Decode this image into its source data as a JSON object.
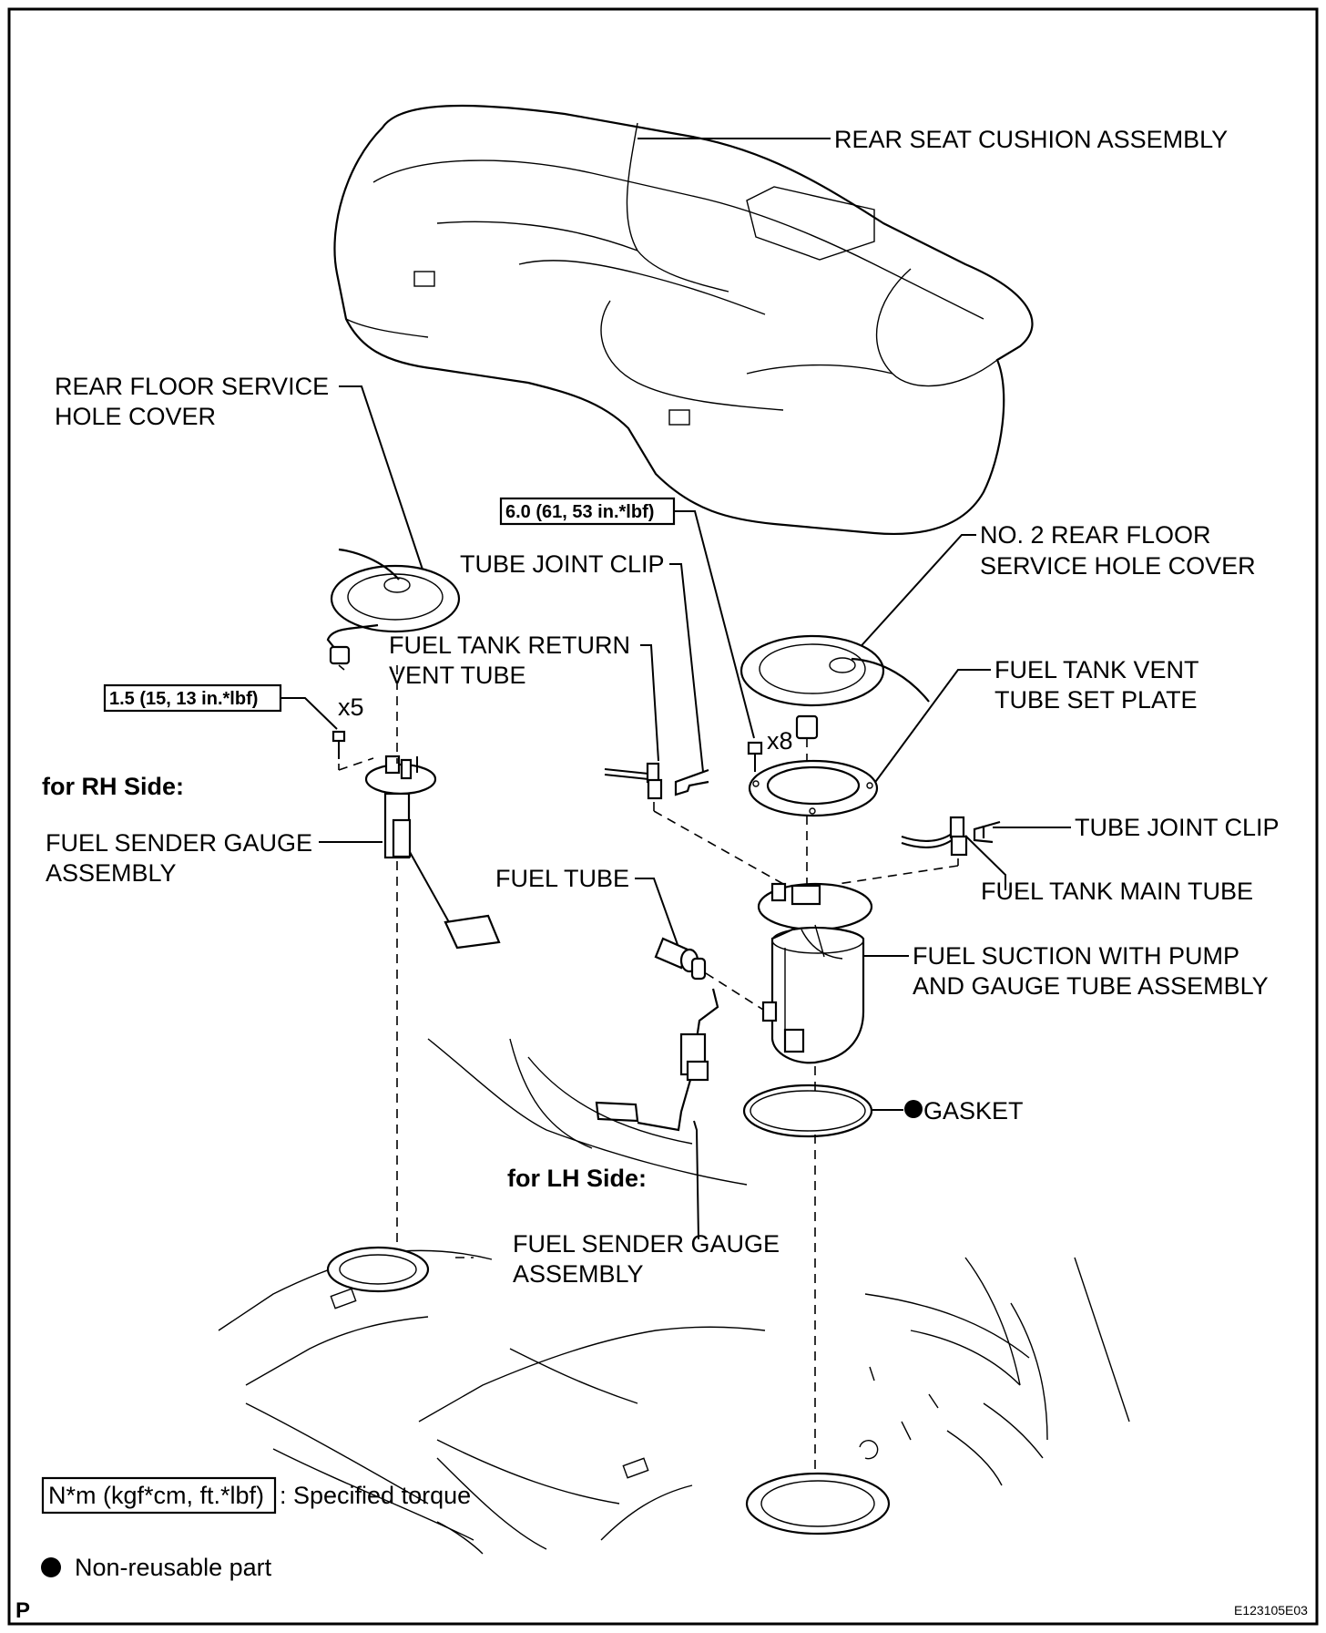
{
  "labels": {
    "rear_seat_cushion": "REAR SEAT CUSHION ASSEMBLY",
    "rear_floor_cover_1": "REAR FLOOR SERVICE",
    "rear_floor_cover_2": "HOLE COVER",
    "no2_cover_1": "NO. 2 REAR FLOOR",
    "no2_cover_2": "SERVICE HOLE COVER",
    "tube_joint_clip_left": "TUBE JOINT CLIP",
    "return_vent_1": "FUEL TANK RETURN",
    "return_vent_2": "VENT TUBE",
    "vent_plate_1": "FUEL TANK VENT",
    "vent_plate_2": "TUBE SET PLATE",
    "tube_joint_clip_right": "TUBE JOINT CLIP",
    "main_tube": "FUEL TANK MAIN TUBE",
    "rh_side": "for RH Side:",
    "sender_rh_1": "FUEL SENDER GAUGE",
    "sender_rh_2": "ASSEMBLY",
    "fuel_tube": "FUEL TUBE",
    "suction_1": "FUEL SUCTION WITH PUMP",
    "suction_2": "AND GAUGE TUBE ASSEMBLY",
    "gasket": "GASKET",
    "lh_side": "for LH Side:",
    "sender_lh_1": "FUEL SENDER GAUGE",
    "sender_lh_2": "ASSEMBLY",
    "qty_x5": "x5",
    "qty_x8": "x8"
  },
  "torques": {
    "bolt_6": "6.0 (61, 53 in.*lbf)",
    "bolt_15": "1.5 (15, 13 in.*lbf)"
  },
  "legend": {
    "torque_unit": "N*m (kgf*cm, ft.*lbf)",
    "torque_desc": ": Specified torque",
    "nonreusable": "Non-reusable part"
  },
  "footer": {
    "page_mark": "P",
    "figure_id": "E123105E03"
  }
}
